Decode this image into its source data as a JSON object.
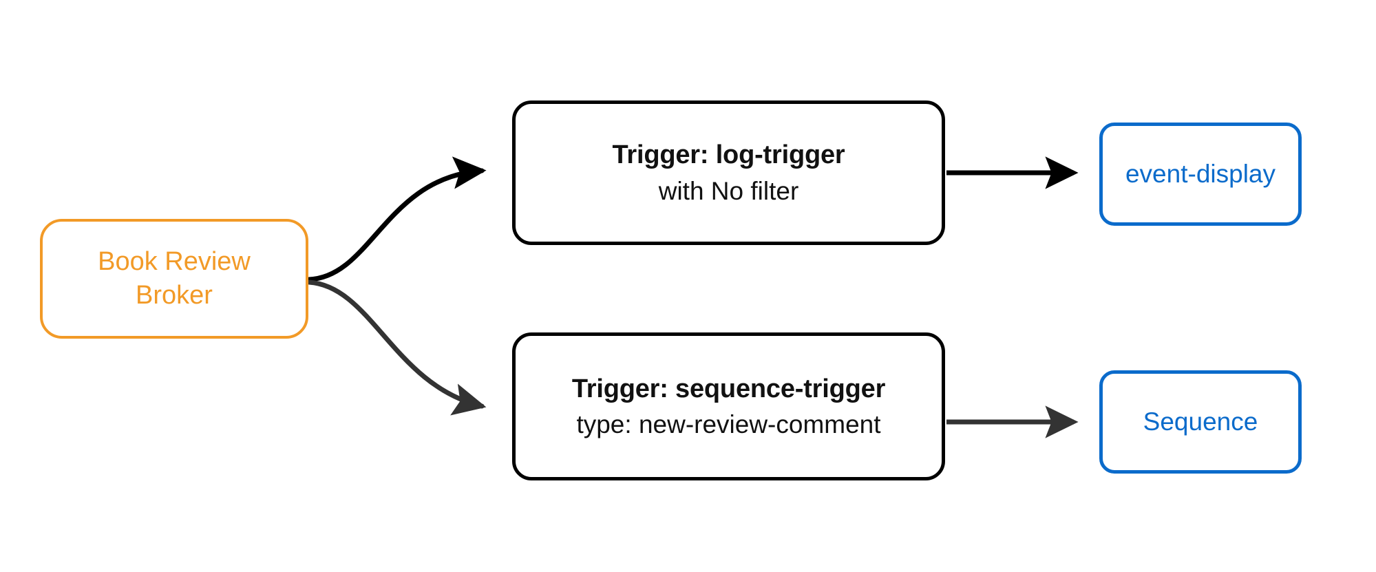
{
  "diagram": {
    "type": "flowchart",
    "direction": "left-to-right",
    "background": "#ffffff",
    "title": "",
    "colors": {
      "broker_stroke": "#f29a27",
      "broker_text": "#f29a27",
      "trigger_stroke": "#000000",
      "trigger_text": "#111111",
      "sink_stroke": "#0b6bcb",
      "sink_text": "#0b6bcb",
      "edge_black": "#000000",
      "edge_gray": "#333333"
    }
  },
  "nodes": {
    "broker": {
      "label_line1": "Book Review",
      "label_line2": "Broker",
      "shape": "rounded-rect",
      "role": "broker"
    },
    "trigger_log": {
      "title": "Trigger: log-trigger",
      "subtitle": "with No filter",
      "shape": "rounded-rect",
      "role": "trigger"
    },
    "trigger_sequence": {
      "title": "Trigger: sequence-trigger",
      "subtitle": "type: new-review-comment",
      "shape": "rounded-rect",
      "role": "trigger"
    },
    "sink_event_display": {
      "label": "event-display",
      "shape": "rounded-rect",
      "role": "sink"
    },
    "sink_sequence": {
      "label": "Sequence",
      "shape": "rounded-rect",
      "role": "sink"
    }
  },
  "edges": [
    {
      "from": "broker",
      "to": "trigger_log",
      "style": "curved",
      "label": "",
      "color": "#000000"
    },
    {
      "from": "broker",
      "to": "trigger_sequence",
      "style": "curved",
      "label": "",
      "color": "#333333"
    },
    {
      "from": "trigger_log",
      "to": "sink_event_display",
      "style": "straight",
      "label": "",
      "color": "#000000"
    },
    {
      "from": "trigger_sequence",
      "to": "sink_sequence",
      "style": "straight",
      "label": "",
      "color": "#333333"
    }
  ]
}
